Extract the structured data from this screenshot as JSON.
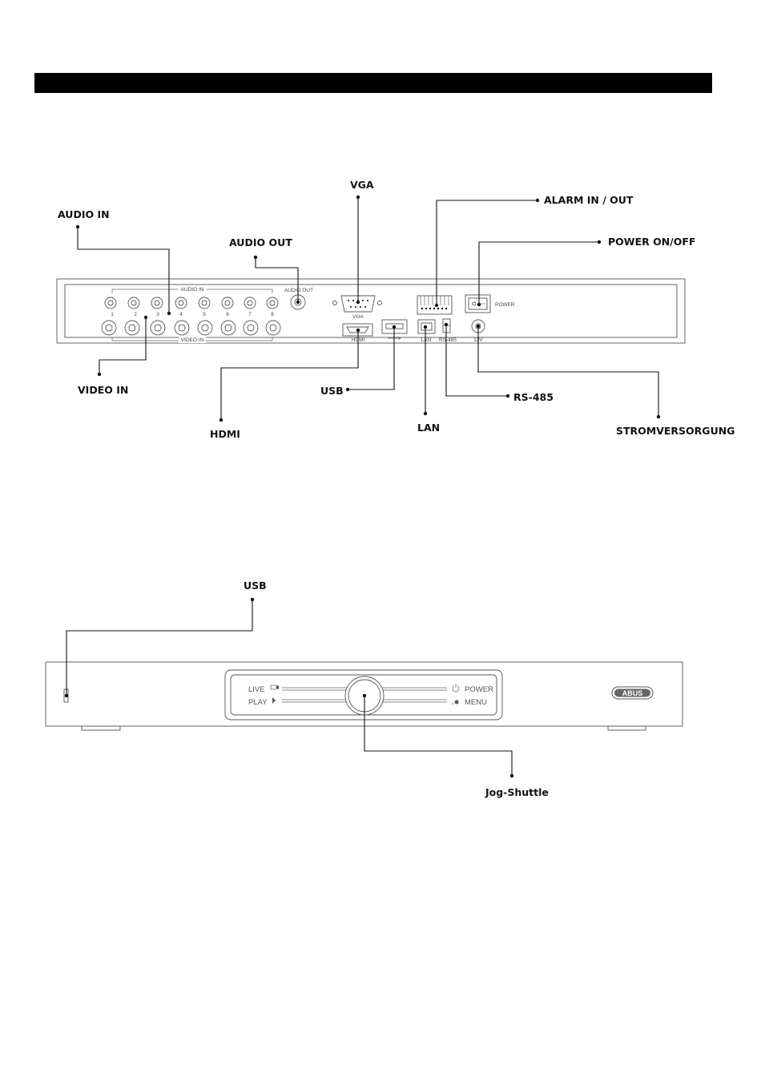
{
  "rear_panel": {
    "callouts": {
      "audio_in": "AUDIO IN",
      "audio_out": "AUDIO OUT",
      "vga": "VGA",
      "alarm": "ALARM IN / OUT",
      "power_switch": "POWER ON/OFF",
      "video_in": "VIDEO IN",
      "hdmi": "HDMI",
      "usb": "USB",
      "lan": "LAN",
      "rs485": "RS-485",
      "power_supply": "STROMVERSORGUNG"
    },
    "panel_labels": {
      "audio_in": "AUDIO IN",
      "video_in": "VIDEO IN",
      "audio_out": "AUDIO OUT",
      "vga": "VGA",
      "hdmi": "HDMI",
      "lan": "LAN",
      "rs485": "RS-485",
      "dc": "12V",
      "power": "POWER",
      "channels": [
        "1",
        "2",
        "3",
        "4",
        "5",
        "6",
        "7",
        "8"
      ]
    }
  },
  "front_panel": {
    "callouts": {
      "usb": "USB",
      "jog": "Jog-Shuttle"
    },
    "labels": {
      "live": "LIVE",
      "play": "PLAY",
      "power": "POWER",
      "menu": "MENU",
      "brand": "ABUS"
    }
  }
}
